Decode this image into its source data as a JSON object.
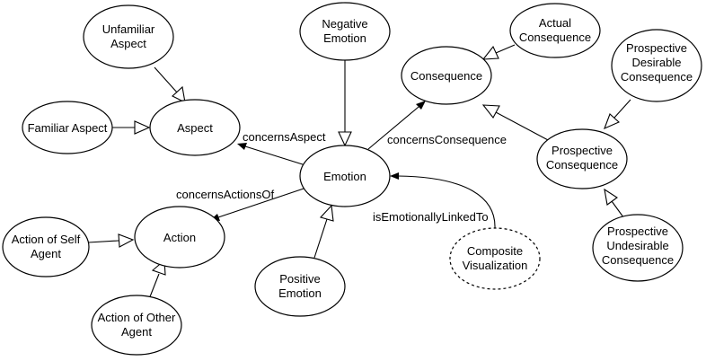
{
  "nodes": {
    "unfamiliar_aspect": [
      "Unfamiliar",
      "Aspect"
    ],
    "familiar_aspect": [
      "Familiar Aspect"
    ],
    "aspect": [
      "Aspect"
    ],
    "negative_emotion": [
      "Negative",
      "Emotion"
    ],
    "emotion": [
      "Emotion"
    ],
    "positive_emotion": [
      "Positive",
      "Emotion"
    ],
    "consequence": [
      "Consequence"
    ],
    "actual_consequence": [
      "Actual",
      "Consequence"
    ],
    "prospective_desirable_consequence": [
      "Prospective",
      "Desirable",
      "Consequence"
    ],
    "prospective_consequence": [
      "Prospective",
      "Consequence"
    ],
    "prospective_undesirable_consequence": [
      "Prospective",
      "Undesirable",
      "Consequence"
    ],
    "action": [
      "Action"
    ],
    "action_of_self_agent": [
      "Action of Self",
      "Agent"
    ],
    "action_of_other_agent": [
      "Action of Other",
      "Agent"
    ],
    "composite_visualization": [
      "Composite",
      "Visualization"
    ]
  },
  "edge_labels": {
    "concerns_aspect": "concernsAspect",
    "concerns_consequence": "concernsConsequence",
    "concerns_actions_of": "concernsActionsOf",
    "is_emotionally_linked_to": "isEmotionallyLinkedTo"
  },
  "relations": [
    {
      "from": "unfamiliar_aspect",
      "to": "aspect",
      "kind": "subclass"
    },
    {
      "from": "familiar_aspect",
      "to": "aspect",
      "kind": "subclass"
    },
    {
      "from": "negative_emotion",
      "to": "emotion",
      "kind": "subclass"
    },
    {
      "from": "positive_emotion",
      "to": "emotion",
      "kind": "subclass"
    },
    {
      "from": "actual_consequence",
      "to": "consequence",
      "kind": "subclass"
    },
    {
      "from": "prospective_consequence",
      "to": "consequence",
      "kind": "subclass"
    },
    {
      "from": "prospective_desirable_consequence",
      "to": "prospective_consequence",
      "kind": "subclass"
    },
    {
      "from": "prospective_undesirable_consequence",
      "to": "prospective_consequence",
      "kind": "subclass"
    },
    {
      "from": "action_of_self_agent",
      "to": "action",
      "kind": "subclass"
    },
    {
      "from": "action_of_other_agent",
      "to": "action",
      "kind": "subclass"
    },
    {
      "from": "emotion",
      "to": "aspect",
      "kind": "property",
      "label": "concerns_aspect"
    },
    {
      "from": "emotion",
      "to": "consequence",
      "kind": "property",
      "label": "concerns_consequence"
    },
    {
      "from": "emotion",
      "to": "action",
      "kind": "property",
      "label": "concerns_actions_of"
    },
    {
      "from": "composite_visualization",
      "to": "emotion",
      "kind": "property",
      "label": "is_emotionally_linked_to"
    }
  ]
}
